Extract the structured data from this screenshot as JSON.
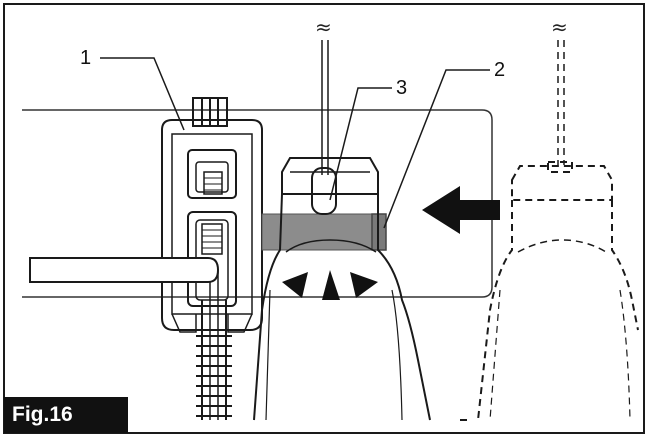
{
  "figure": {
    "label": "Fig.16"
  },
  "callouts": [
    {
      "id": "1",
      "text": "1"
    },
    {
      "id": "2",
      "text": "2"
    },
    {
      "id": "3",
      "text": "3"
    }
  ],
  "break_marks": [
    {
      "text": "≈"
    },
    {
      "text": "≈"
    }
  ],
  "colors": {
    "line": "#1a1a1a",
    "grey_bar": "#8c8c8c",
    "background": "#ffffff"
  },
  "icons": [
    "arrow-left-icon",
    "radiating-wedge-icon"
  ]
}
